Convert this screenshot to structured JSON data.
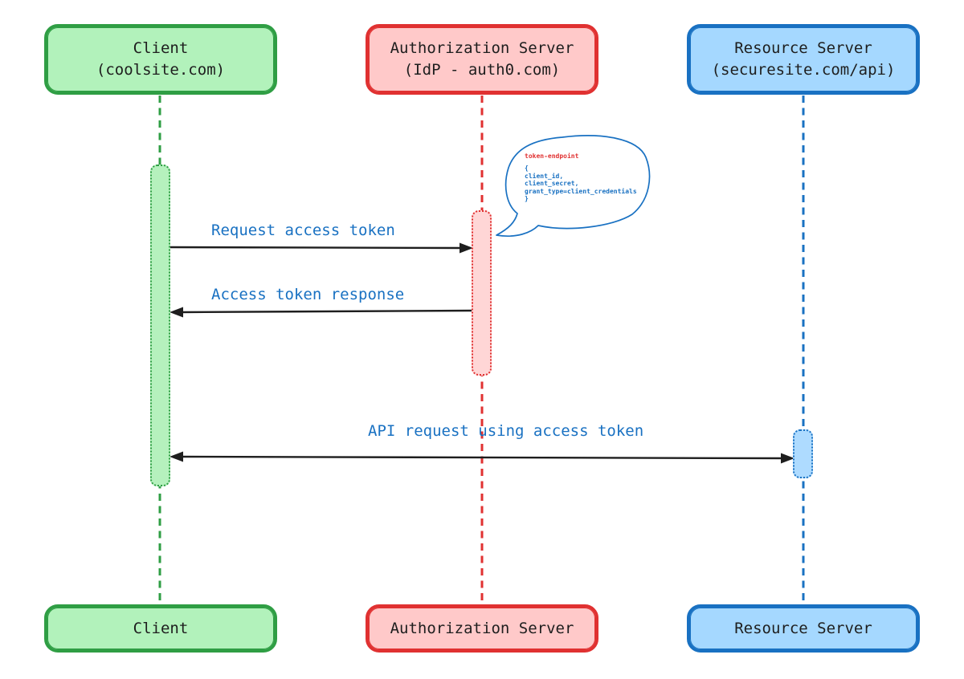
{
  "diagram": {
    "title_semantic": "OAuth client credentials sequence diagram",
    "actors": [
      {
        "id": "client",
        "top_label_line1": "Client",
        "top_label_line2": "(coolsite.com)",
        "bottom_label": "Client",
        "fill": "#b2f2bb",
        "stroke": "#2f9e44"
      },
      {
        "id": "authorization-server",
        "top_label_line1": "Authorization Server",
        "top_label_line2": "(IdP - auth0.com)",
        "bottom_label": "Authorization Server",
        "fill": "#ffc9c9",
        "stroke": "#e03131"
      },
      {
        "id": "resource-server",
        "top_label_line1": "Resource Server",
        "top_label_line2": "(securesite.com/api)",
        "bottom_label": "Resource Server",
        "fill": "#a5d8ff",
        "stroke": "#1971c2"
      }
    ],
    "messages": [
      {
        "label": "Request access token",
        "from": "client",
        "to": "authorization-server",
        "arrow": "right"
      },
      {
        "label": "Access token response",
        "from": "authorization-server",
        "to": "client",
        "arrow": "left"
      },
      {
        "label": "API request using access token",
        "from": "client",
        "to": "resource-server",
        "arrow": "both"
      }
    ],
    "note": {
      "title": "token-endpoint",
      "line1": "{",
      "line2": "client_id,",
      "line3": "client_secret,",
      "line4": "grant_type=client_credentials",
      "line5": "}",
      "title_color": "#e03131",
      "body_color": "#1971c2"
    },
    "colors": {
      "message_label": "#1971c2",
      "arrow": "#1e1e1e",
      "background": "#ffffff"
    }
  }
}
